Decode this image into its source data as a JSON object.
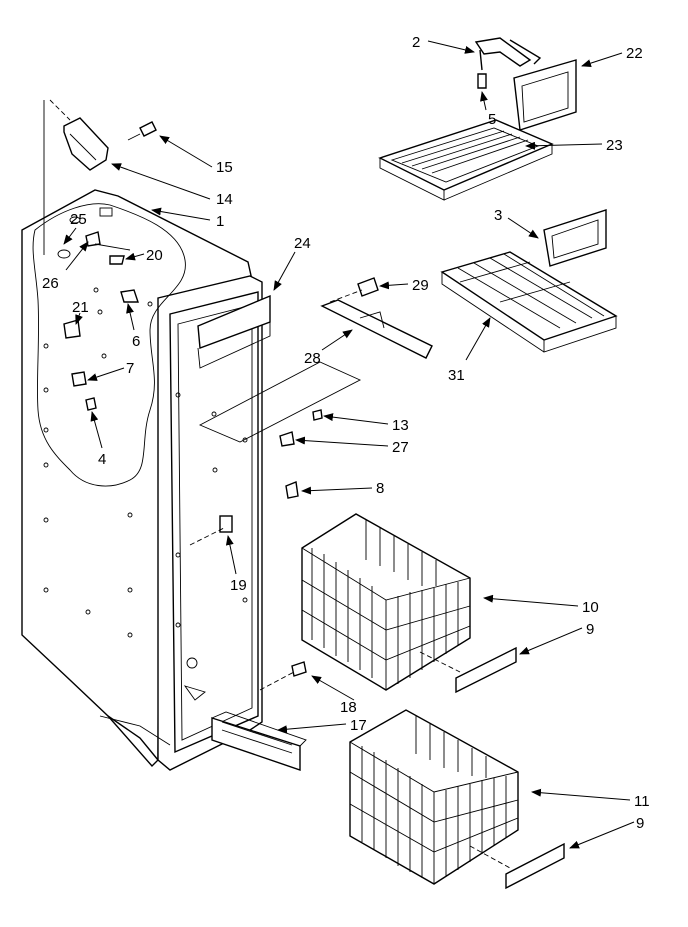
{
  "callouts": [
    {
      "num": "2"
    },
    {
      "num": "22"
    },
    {
      "num": "5"
    },
    {
      "num": "23"
    },
    {
      "num": "15"
    },
    {
      "num": "14"
    },
    {
      "num": "1"
    },
    {
      "num": "3"
    },
    {
      "num": "25"
    },
    {
      "num": "24"
    },
    {
      "num": "20"
    },
    {
      "num": "26"
    },
    {
      "num": "29"
    },
    {
      "num": "21"
    },
    {
      "num": "6"
    },
    {
      "num": "28"
    },
    {
      "num": "31"
    },
    {
      "num": "7"
    },
    {
      "num": "13"
    },
    {
      "num": "27"
    },
    {
      "num": "4"
    },
    {
      "num": "8"
    },
    {
      "num": "19"
    },
    {
      "num": "10"
    },
    {
      "num": "9"
    },
    {
      "num": "18"
    },
    {
      "num": "17"
    },
    {
      "num": "11"
    },
    {
      "num": "9"
    }
  ]
}
